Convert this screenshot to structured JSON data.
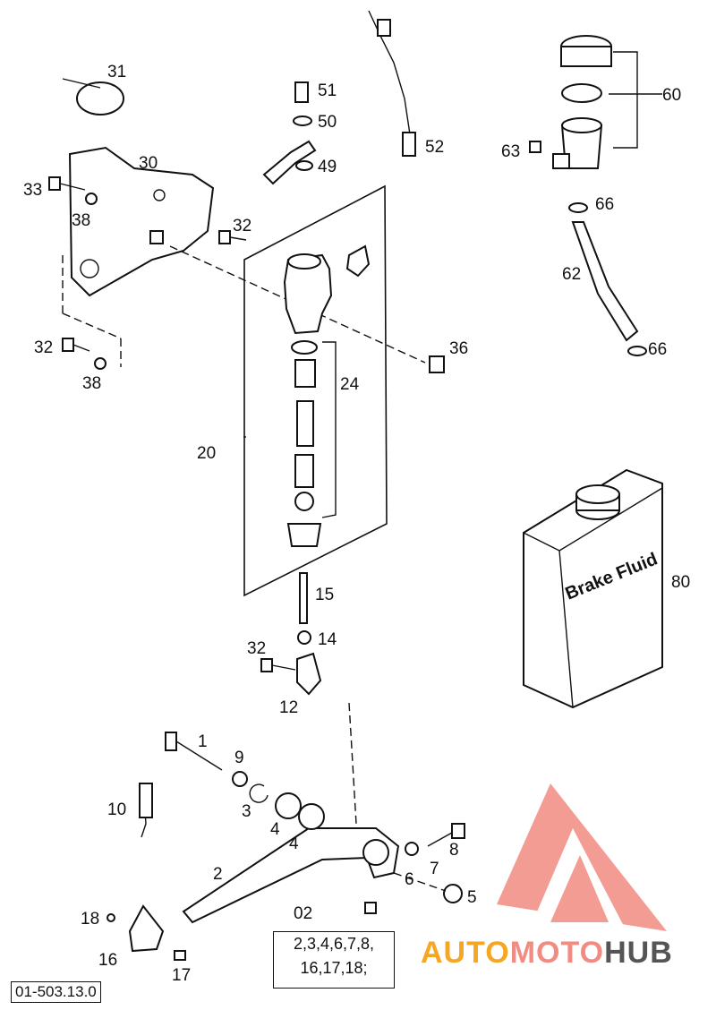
{
  "diagram": {
    "catalog_code": "01-503.13.0",
    "kit_label": "02",
    "kit_contents": [
      "2,3,4,6,7,8,",
      "16,17,18;"
    ],
    "can_text": "Brake Fluid",
    "callouts": {
      "c1": "1",
      "c2": "2",
      "c3": "3",
      "c4a": "4",
      "c4b": "4",
      "c5": "5",
      "c6": "6",
      "c7": "7",
      "c8": "8",
      "c9": "9",
      "c10": "10",
      "c12": "12",
      "c14": "14",
      "c15": "15",
      "c16": "16",
      "c17": "17",
      "c18": "18",
      "c20": "20",
      "c24": "24",
      "c30": "30",
      "c31": "31",
      "c32a": "32",
      "c32b": "32",
      "c32c": "32",
      "c33": "33",
      "c36": "36",
      "c38a": "38",
      "c38b": "38",
      "c49": "49",
      "c50": "50",
      "c51": "51",
      "c52": "52",
      "c60": "60",
      "c62": "62",
      "c63": "63",
      "c66a": "66",
      "c66b": "66",
      "c80": "80"
    }
  },
  "watermark": {
    "auto": "AUTO",
    "moto": "MOTO",
    "hub": "HUB",
    "colors": {
      "accent": "#f28b82",
      "orange": "#f5a623",
      "dark": "#555555"
    }
  }
}
